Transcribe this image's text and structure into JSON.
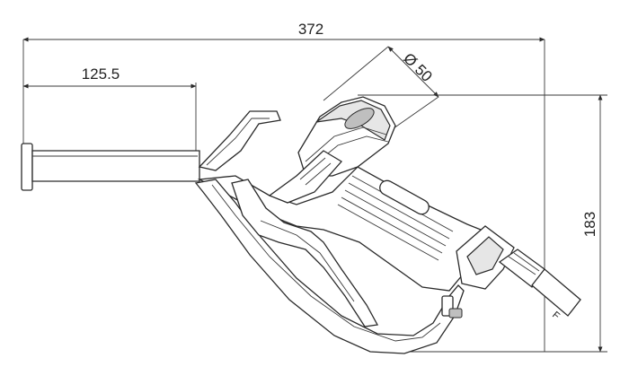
{
  "dimensions": {
    "overall_length": "372",
    "spout_length": "125.5",
    "inlet_diameter": "Ø 50",
    "height": "183"
  },
  "labels": {
    "hex_mark": "F"
  }
}
